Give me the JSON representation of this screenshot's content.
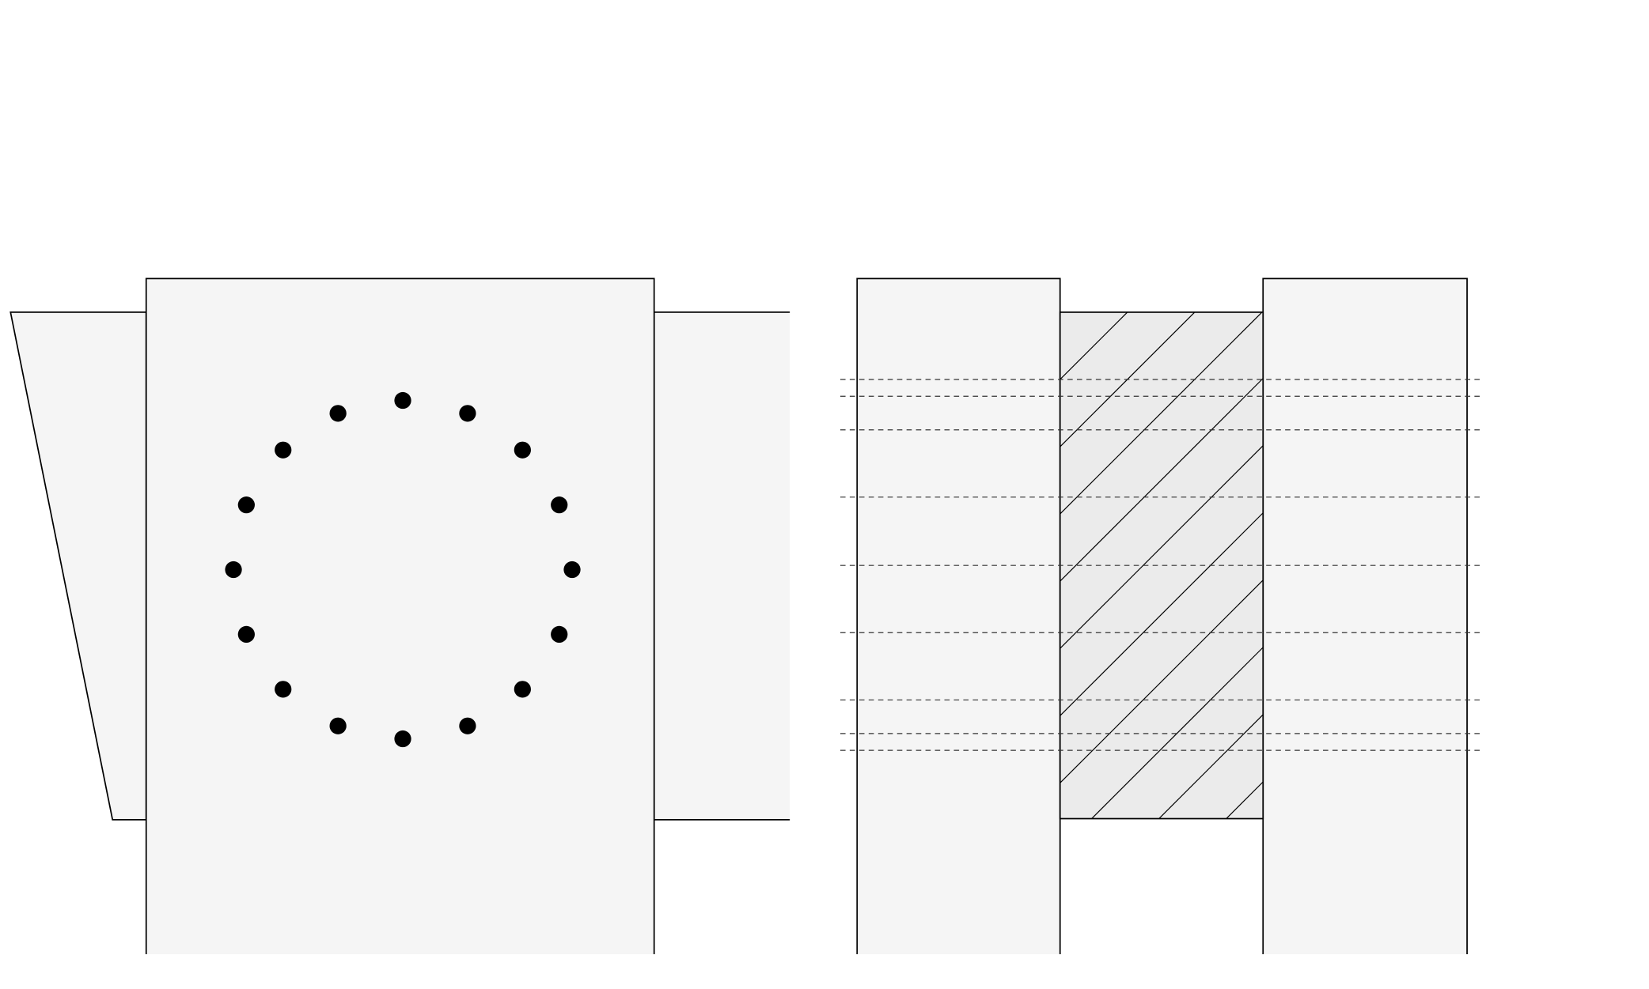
{
  "colors": {
    "background": "#ffffff",
    "part_fill": "#f5f5f5",
    "hatch_fill": "#ebebeb",
    "stroke": "#000000",
    "dot": "#000000"
  },
  "left_view": {
    "bolt_count": 16
  },
  "right_view": {
    "dashed_line_count": 9,
    "hatch_angle_deg": 45
  }
}
